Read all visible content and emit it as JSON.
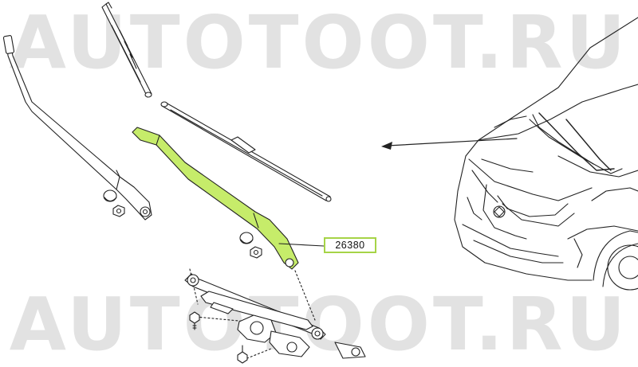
{
  "watermark": {
    "top_text": "AUTOTOOT.RU",
    "bottom_text": "AUTOTOOT.RU",
    "color": "#e2e2e2"
  },
  "callouts": [
    {
      "id": "wiper-arm-passenger",
      "label": "26380",
      "highlight_color": "#c6ec6a",
      "border_color": "#a6d447"
    }
  ],
  "line_color": "#222222"
}
